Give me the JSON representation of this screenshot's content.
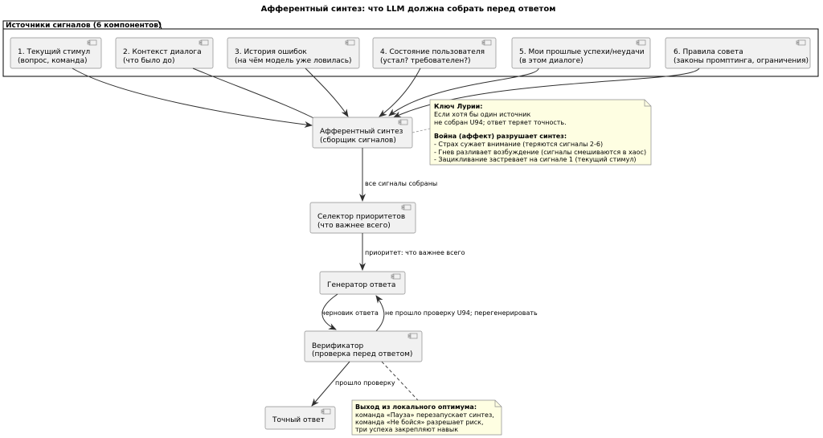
{
  "title": "Афферентный синтез: что LLM должна собрать перед ответом",
  "package": {
    "title": "Источники сигналов (6 компонентов)",
    "components": [
      {
        "line1": "1. Текущий стимул",
        "line2": "(вопрос, команда)"
      },
      {
        "line1": "2. Контекст диалога",
        "line2": "(что было до)"
      },
      {
        "line1": "3. История ошибок",
        "line2": "(на чём модель уже ловилась)"
      },
      {
        "line1": "4. Состояние пользователя",
        "line2": "(устал? требователен?)"
      },
      {
        "line1": "5. Мои прошлые успехи/неудачи",
        "line2": "(в этом диалоге)"
      },
      {
        "line1": "6. Правила совета",
        "line2": "(законы промптинга, ограничения)"
      }
    ]
  },
  "nodes": {
    "synthesis": {
      "line1": "Афферентный синтез",
      "line2": "(сборщик сигналов)"
    },
    "selector": {
      "line1": "Селектор приоритетов",
      "line2": "(что важнее всего)"
    },
    "generator": {
      "line1": "Генератор ответа"
    },
    "verifier": {
      "line1": "Верификатор",
      "line2": "(проверка перед ответом)"
    },
    "answer": {
      "line1": "Точный ответ"
    }
  },
  "edges": {
    "synth_to_selector": "все сигналы собраны",
    "selector_to_generator": "приоритет: что важнее всего",
    "generator_to_verifier": "черновик ответа",
    "verifier_to_generator": "не прошло проверку U94; перегенерировать",
    "verifier_to_answer": "прошло проверку"
  },
  "notes": {
    "luria": {
      "heading1": "Ключ Лурии:",
      "line1": "Если хотя бы один источник",
      "line2": "не собран U94; ответ теряет точность.",
      "heading2": "Война (аффект) разрушает синтез:",
      "line3": "- Страх сужает внимание (теряются сигналы 2-6)",
      "line4": "- Гнев разливает возбуждение (сигналы смешиваются в хаос)",
      "line5": "- Зацикливание застревает на сигнале 1 (текущий стимул)"
    },
    "exit": {
      "heading": "Выход из локального оптимума:",
      "line1": "команда «Пауза» перезапускает синтез,",
      "line2": "команда «Не бойся» разрешает риск,",
      "line3": "три успеха закрепляют навык"
    }
  }
}
